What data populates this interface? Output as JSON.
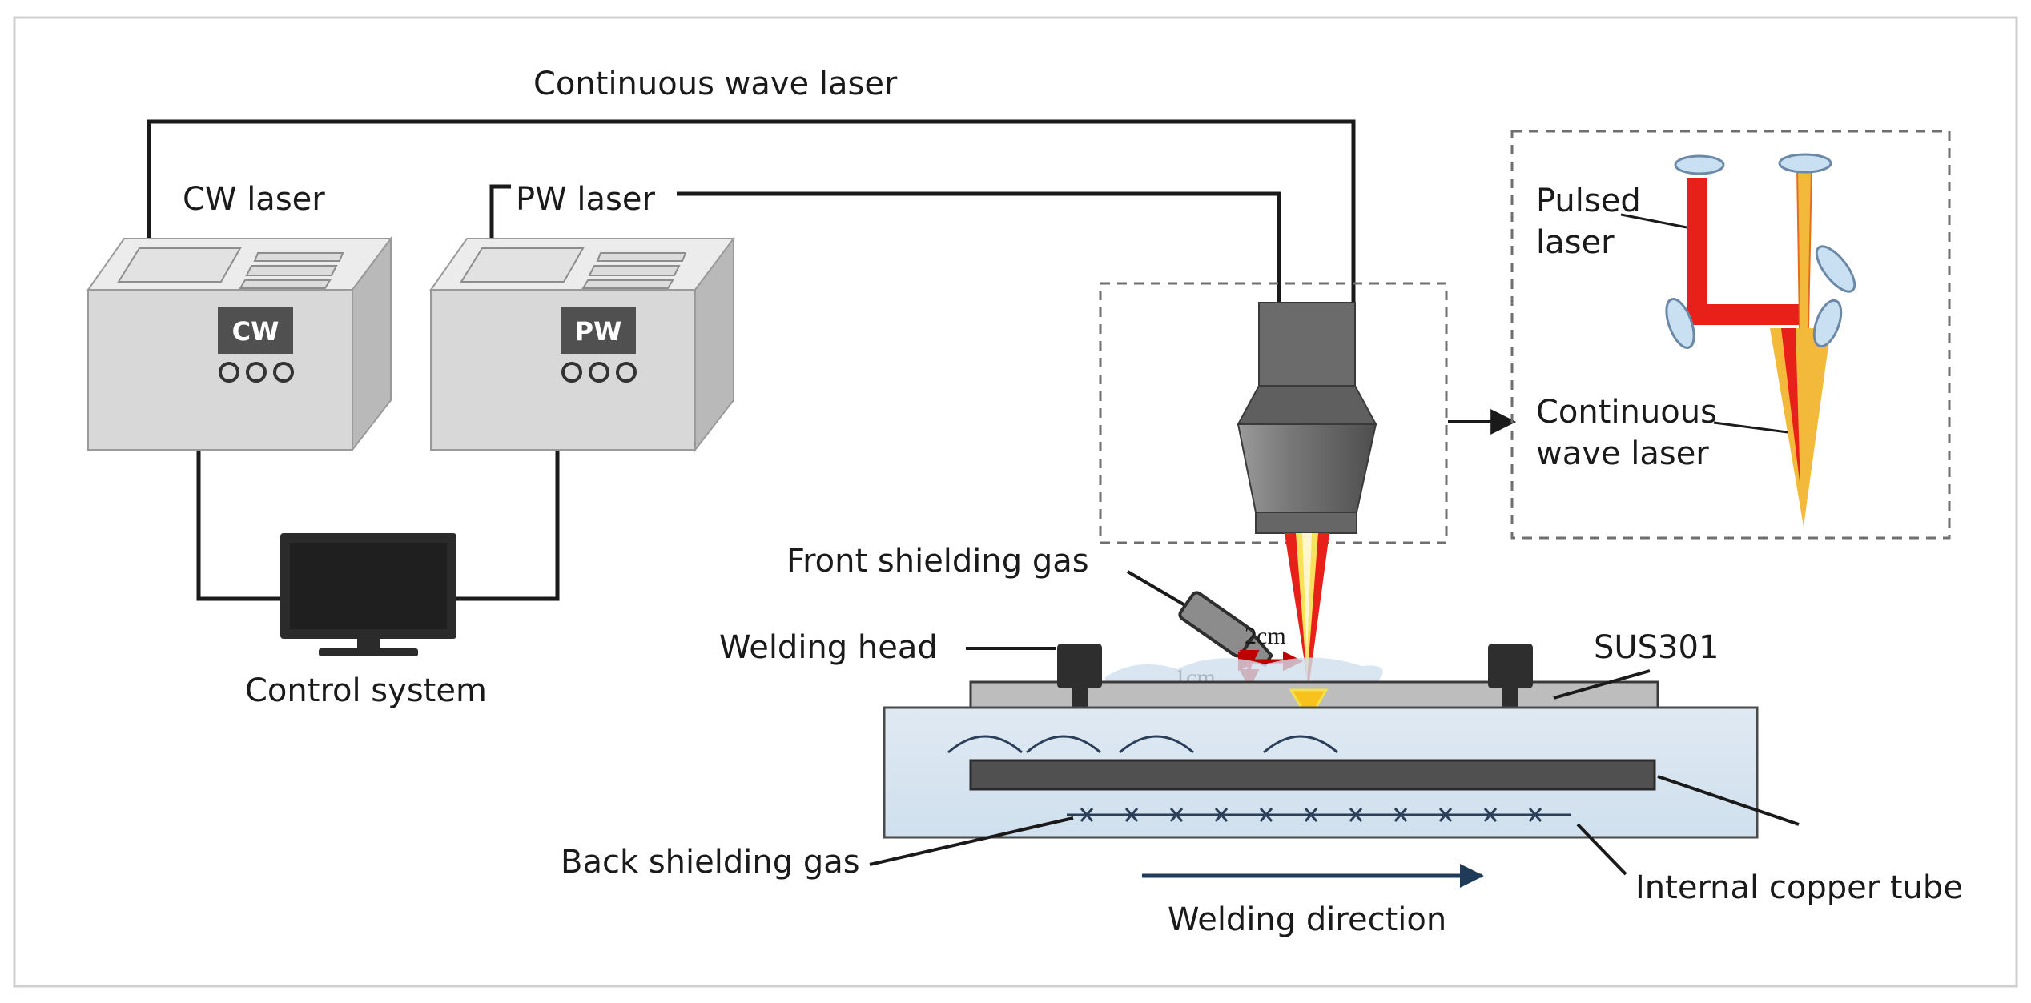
{
  "labels": {
    "continuous_wave_laser_top": "Continuous wave laser",
    "cw_laser": "CW laser",
    "pw_laser": "PW laser",
    "cw_display": "CW",
    "pw_display": "PW",
    "control_system": "Control system",
    "front_shielding_gas": "Front shielding gas",
    "welding_head": "Welding head",
    "sus301": "SUS301",
    "back_shielding_gas": "Back shielding gas",
    "internal_copper_tube": "Internal copper tube",
    "welding_direction": "Welding direction",
    "pulsed_laser_line1": "Pulsed",
    "pulsed_laser_line2": "laser",
    "cw_inset_line1": "Continuous",
    "cw_inset_line2": "wave laser",
    "dim_2cm": "2cm",
    "dim_1cm": "1cm"
  },
  "colors": {
    "cabinet_front": "#d8d8d8",
    "cabinet_top": "#ececec",
    "cabinet_side": "#b9b9b9",
    "display": "#505050",
    "head_dark": "#6b6b6b",
    "pulsed_red": "#e8201a",
    "cw_yellow": "#f2b93b",
    "water_blue": "#d6e6f2",
    "dim_red": "#c00000",
    "arrow_navy": "#203a5a"
  }
}
